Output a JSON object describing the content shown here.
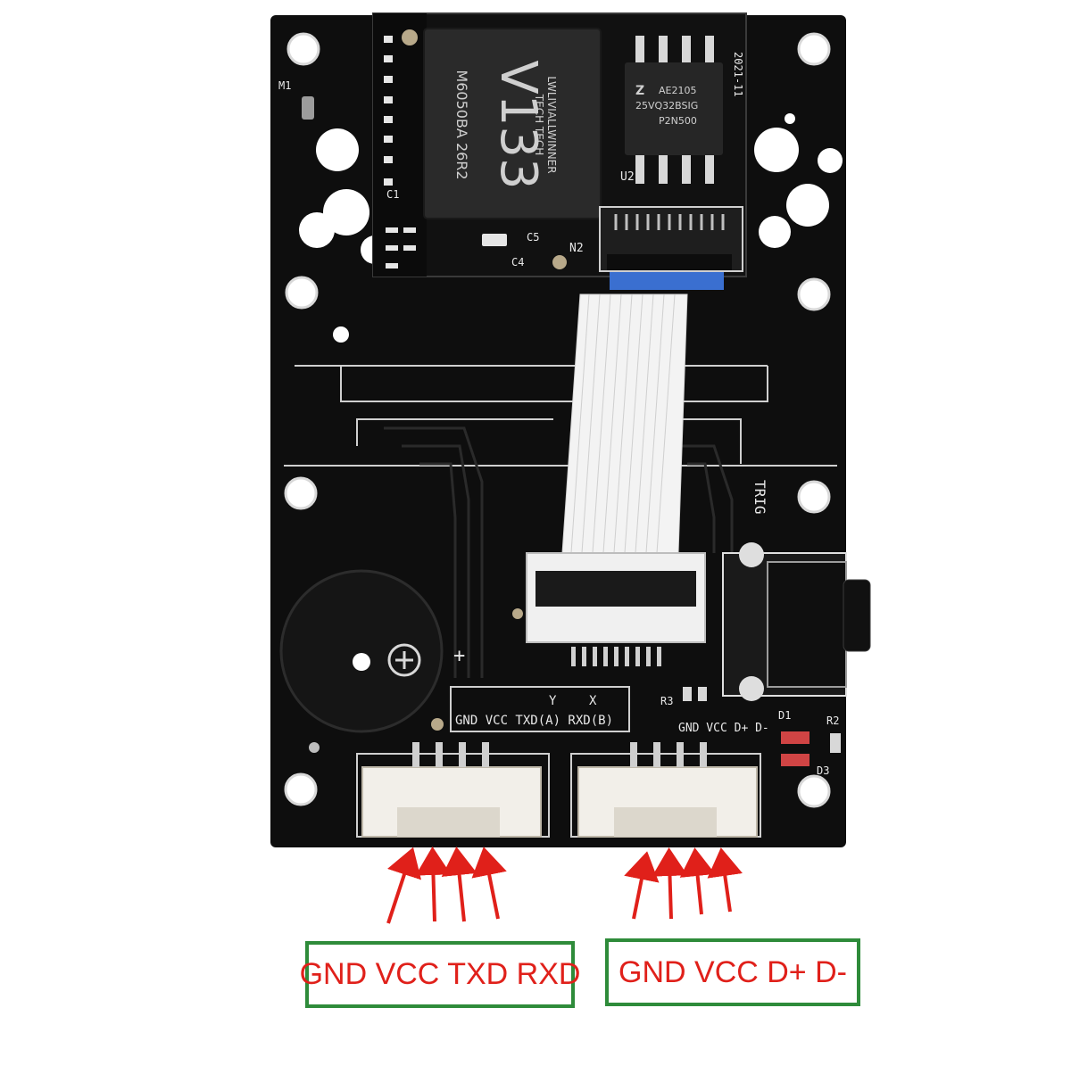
{
  "chip_main": {
    "title": "V133",
    "line1": "LWLIVIALLWINNER",
    "line2": "TECH TECH",
    "line3": "M6050BA 26R2"
  },
  "chip_flash": {
    "line1": "AE2105",
    "line2": "25VQ32BSIG",
    "line3": "P2N500"
  },
  "silkscreen": {
    "u2": "U2",
    "n2": "N2",
    "c1": "C1",
    "c4": "C4",
    "c5": "C5",
    "m1": "M1",
    "date": "2021-11",
    "trig": "TRIG",
    "plus": "+",
    "left_pins": "GND VCC TXD(A) RXD(B)",
    "y_mark": "Y",
    "x_mark": "X",
    "right_pins": "GND VCC D+ D-",
    "r3": "R3",
    "r2": "R2",
    "d3": "D3",
    "d1": "D1"
  },
  "labels": {
    "left": "GND VCC TXD RXD",
    "right": "GND VCC D+ D-"
  },
  "colors": {
    "pcb": "#0e0e0e",
    "silk": "#e8e8e8",
    "arrow": "#e0201a",
    "box_border": "#2e8b3a"
  }
}
